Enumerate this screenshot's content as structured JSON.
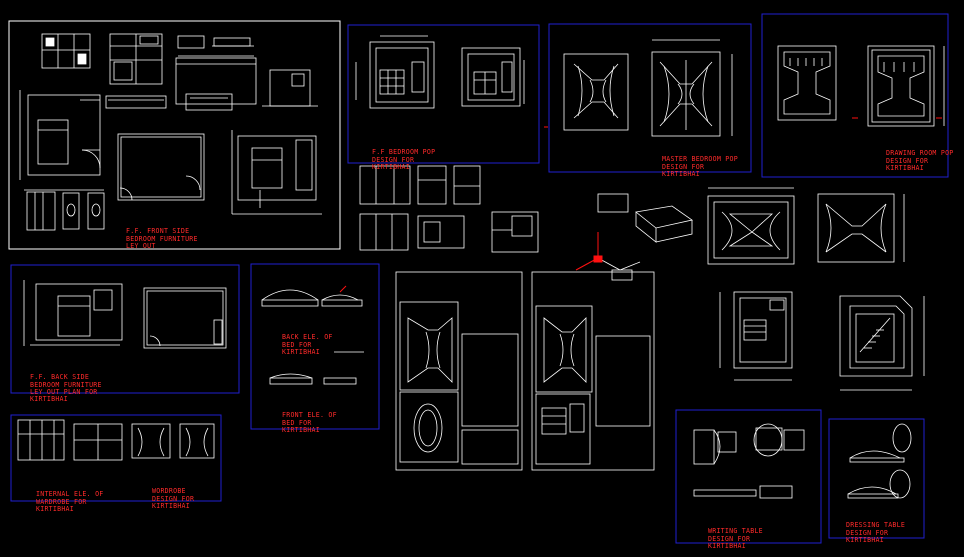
{
  "colors": {
    "background": "#000000",
    "linework": "#ffffff",
    "frame_white": "#ffffff",
    "frame_blue": "#2020d0",
    "label_red": "#ff2a2a",
    "accent_red": "#ff1010"
  },
  "labels": {
    "ff_front_side": [
      "F.F. FRONT SIDE",
      "BEDROOM FURNITURE",
      "LEY OUT"
    ],
    "ff_bedroom_pop": [
      "F.F BEDROOM POP",
      "DESIGN FOR",
      "KIRTIBHAI"
    ],
    "master_bedroom_pop": [
      "MASTER BEDROOM POP",
      "DESIGN FOR",
      "KIRTIBHAI"
    ],
    "drawing_room_pop": [
      "DRAWING ROOM POP",
      "DESIGN FOR",
      "KIRTIBHAI"
    ],
    "ff_back_side": [
      "F.F. BACK SIDE",
      "BEDROOM FURNITURE",
      "LEY OUT PLAN FOR",
      "KIRTIBHAI"
    ],
    "back_ele_bed": [
      "BACK ELE. OF",
      "BED FOR",
      "KIRTIBHAI"
    ],
    "front_ele_bed": [
      "FRONT ELE. OF",
      "BED FOR",
      "KIRTIBHAI"
    ],
    "internal_ele_wardrobe": [
      "INTERNAL ELE. OF",
      "WARDROBE FOR",
      "KIRTIBHAI"
    ],
    "wardrobe_design": [
      "WORDROBE",
      "DESIGN FOR",
      "KIRTIBHAI"
    ],
    "writing_table": [
      "WRITING TABLE",
      "DESIGN FOR",
      "KIRTIBHAI"
    ],
    "dressing_table": [
      "DRESSING TABLE",
      "DESIGN FOR",
      "KIRTIBHAI"
    ]
  }
}
